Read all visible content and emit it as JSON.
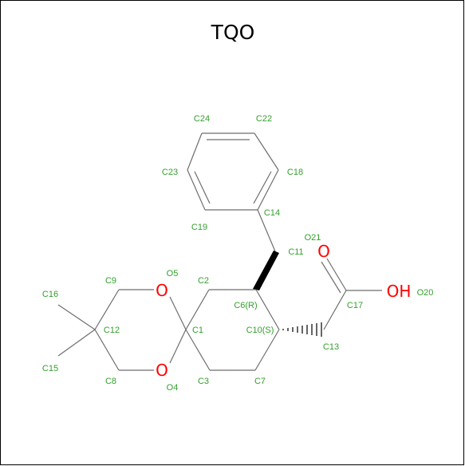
{
  "title": "TQO",
  "hetero": {
    "o5": "O",
    "o4": "O",
    "o21": "O",
    "oh20": "OH"
  },
  "labels": {
    "c24": "C24",
    "c22": "C22",
    "c23": "C23",
    "c18": "C18",
    "c14": "C14",
    "c19": "C19",
    "o21": "O21",
    "c11": "C11",
    "c9": "C9",
    "o5": "O5",
    "c2": "C2",
    "c16": "C16",
    "c6r": "C6(R)",
    "o20": "O20",
    "c17": "C17",
    "c12": "C12",
    "c1": "C1",
    "c10s": "C10(S)",
    "c13": "C13",
    "c15": "C15",
    "c8": "C8",
    "o4": "O4",
    "c3": "C3",
    "c7": "C7"
  },
  "colors": {
    "carbon_label": "#33a02c",
    "heteroatom": "#ff0000",
    "bond": "#6e6e6e"
  }
}
